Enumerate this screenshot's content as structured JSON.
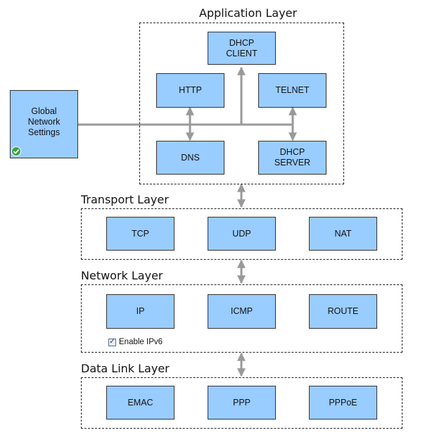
{
  "layers": {
    "application": {
      "title": "Application Layer",
      "modules": [
        "DHCP\nCLIENT",
        "HTTP",
        "TELNET",
        "DNS",
        "DHCP\nSERVER"
      ]
    },
    "transport": {
      "title": "Transport Layer",
      "modules": [
        "TCP",
        "UDP",
        "NAT"
      ]
    },
    "network": {
      "title": "Network Layer",
      "modules": [
        "IP",
        "ICMP",
        "ROUTE"
      ],
      "checkbox_label": "Enable IPv6",
      "checkbox_checked": true
    },
    "datalink": {
      "title": "Data Link Layer",
      "modules": [
        "EMAC",
        "PPP",
        "PPPoE"
      ]
    }
  },
  "global_settings": {
    "label": "Global\nNetwork\nSettings",
    "status_icon": "check-circle-icon"
  },
  "colors": {
    "module_fill": "#99ccff",
    "connector": "#999999",
    "ok_icon": "#3aa34a"
  }
}
